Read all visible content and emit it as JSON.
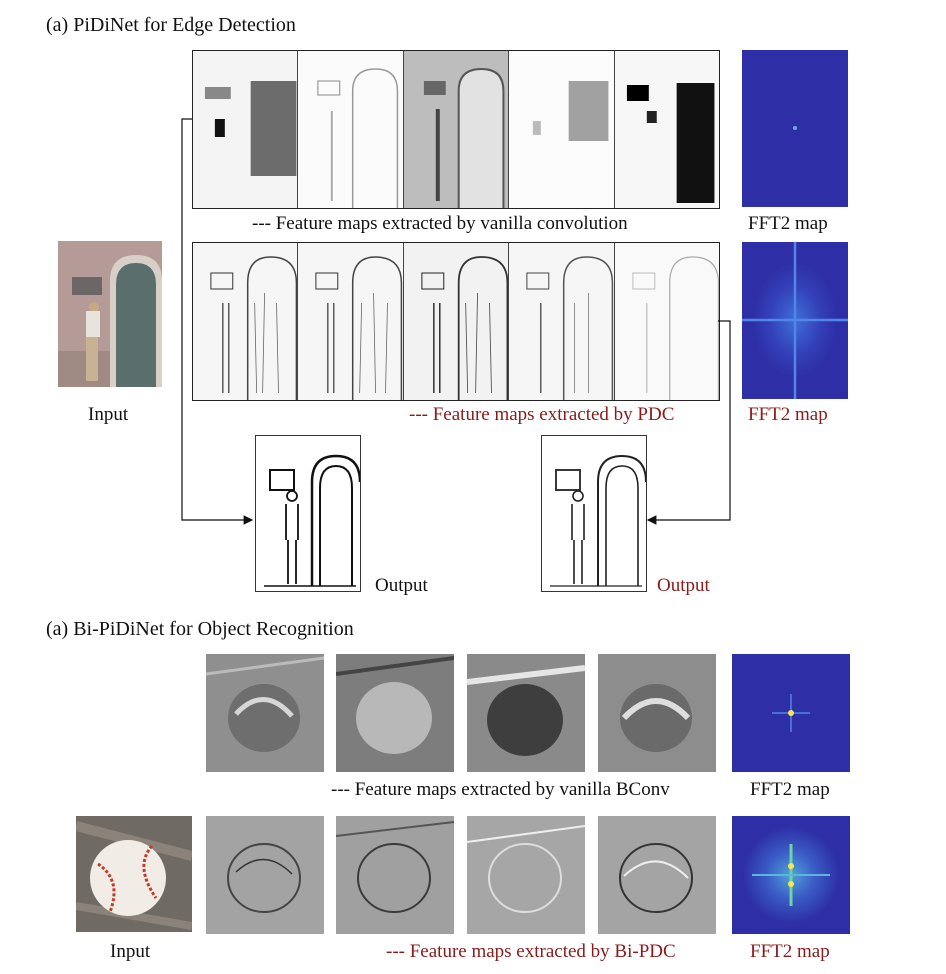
{
  "sections": {
    "top_title": "(a) PiDiNet for Edge Detection",
    "bottom_title": "(a) Bi-PiDiNet for Object Recognition"
  },
  "labels": {
    "vanilla_conv": "--- Feature maps extracted by vanilla convolution",
    "pdc": "--- Feature maps extracted by PDC",
    "vanilla_bconv": "--- Feature maps extracted by vanilla BConv",
    "bi_pdc": "--- Feature maps extracted by Bi-PDC",
    "fft_top1": "FFT2 map",
    "fft_top2": "FFT2 map",
    "fft_bot1": "FFT2 map",
    "fft_bot2": "FFT2 map",
    "input_top": "Input",
    "input_bottom": "Input",
    "output_left": "Output",
    "output_right": "Output"
  },
  "colors": {
    "accent_red": "#8b1a1a",
    "fft_background": "#2e2fa6",
    "fft_highlight": "#f5e84a"
  },
  "icons": {
    "input_top": "photo-man-at-door",
    "input_bottom": "photo-baseball",
    "output": "edge-map-sketch"
  }
}
